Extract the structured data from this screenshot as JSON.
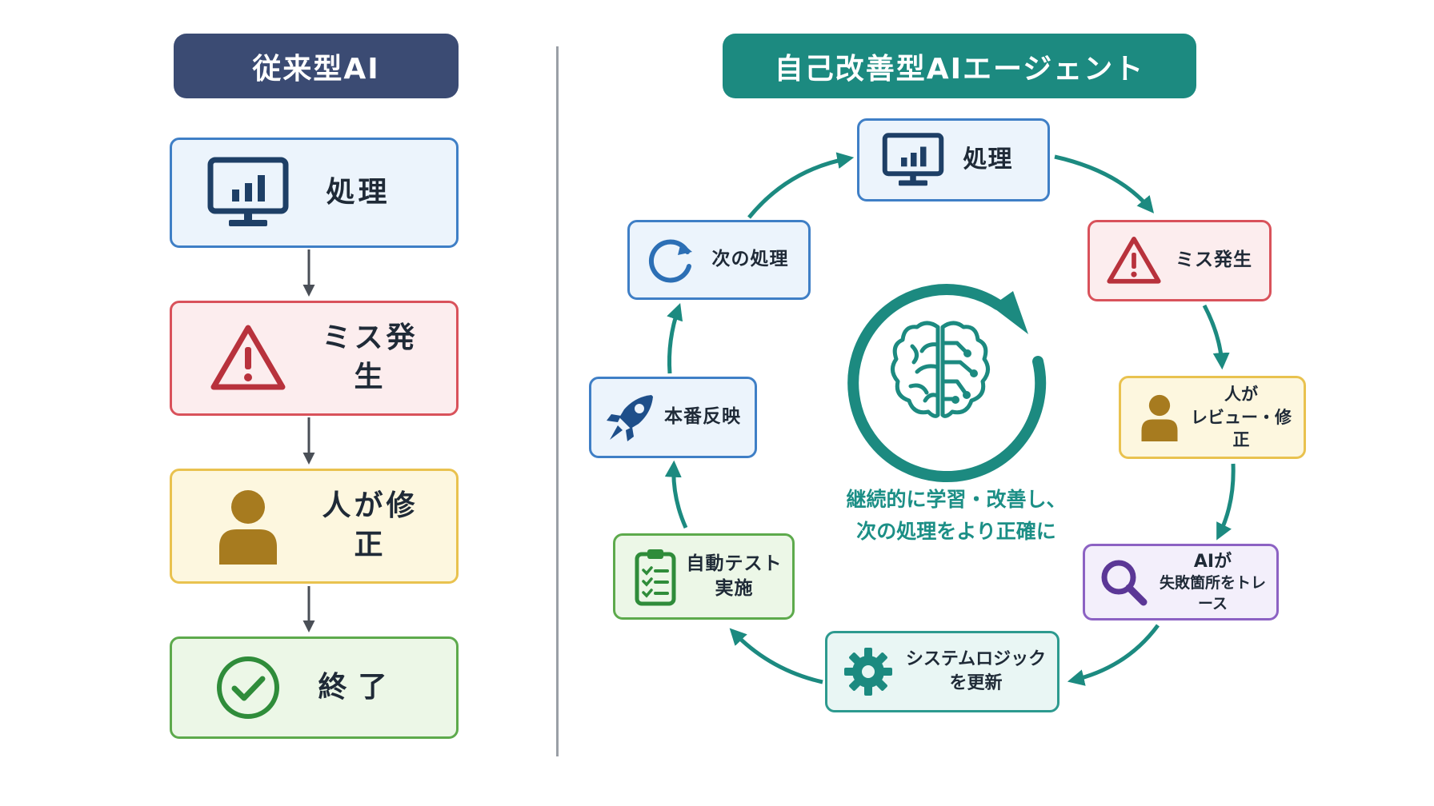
{
  "colors": {
    "navy": "#3b4b73",
    "teal": "#1c8a80",
    "blue_icon": "#1e3f66",
    "red_icon": "#b8323c",
    "gold_icon": "#a77b1f",
    "green_icon": "#2f8c3a",
    "purple_icon": "#5b3796"
  },
  "left": {
    "title": "従来型AI",
    "steps": [
      {
        "label": "処理",
        "icon": "monitor-chart-icon"
      },
      {
        "label": "ミス発生",
        "icon": "warning-icon"
      },
      {
        "label": "人が修正",
        "icon": "person-icon"
      },
      {
        "label": "終了",
        "icon": "check-circle-icon"
      }
    ]
  },
  "right": {
    "title": "自己改善型AIエージェント",
    "center_icon": "brain-circuit-icon",
    "caption": {
      "line1": "継続的に学習・改善し、",
      "line2": "次の処理をより正確に"
    },
    "nodes": {
      "process": {
        "label": "処理",
        "icon": "monitor-chart-icon"
      },
      "error": {
        "label": "ミス発生",
        "icon": "warning-icon"
      },
      "review": {
        "line1": "人が",
        "line2": "レビュー・修正",
        "icon": "person-icon"
      },
      "trace": {
        "line1": "AIが",
        "line2": "失敗箇所をトレース",
        "icon": "magnifier-icon"
      },
      "update": {
        "line1": "システムロジック",
        "line2": "を更新",
        "icon": "gear-icon"
      },
      "test": {
        "line1": "自動テスト",
        "line2": "実施",
        "icon": "clipboard-checklist-icon"
      },
      "deploy": {
        "label": "本番反映",
        "icon": "rocket-icon"
      },
      "next": {
        "label": "次の処理",
        "icon": "refresh-icon"
      }
    }
  }
}
